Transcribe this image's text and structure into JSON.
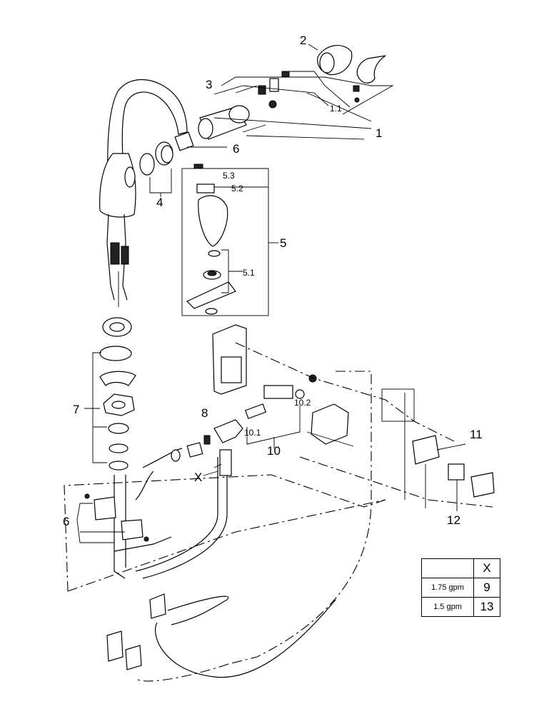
{
  "callouts": {
    "c1": "1",
    "c1_1": "1.1",
    "c2": "2",
    "c3": "3",
    "c4": "4",
    "c5": "5",
    "c5_1": "5.1",
    "c5_2": "5.2",
    "c5_3": "5.3",
    "c6_top": "6",
    "c6_bottom": "6",
    "c7": "7",
    "c8": "8",
    "c10": "10",
    "c10_1": "10.1",
    "c10_2": "10.2",
    "c11": "11",
    "c12": "12",
    "cX": "X"
  },
  "flow_table": {
    "header_x": "X",
    "rows": [
      {
        "rate": "1.75 gpm",
        "x": "9"
      },
      {
        "rate": "1.5 gpm",
        "x": "13"
      }
    ]
  }
}
